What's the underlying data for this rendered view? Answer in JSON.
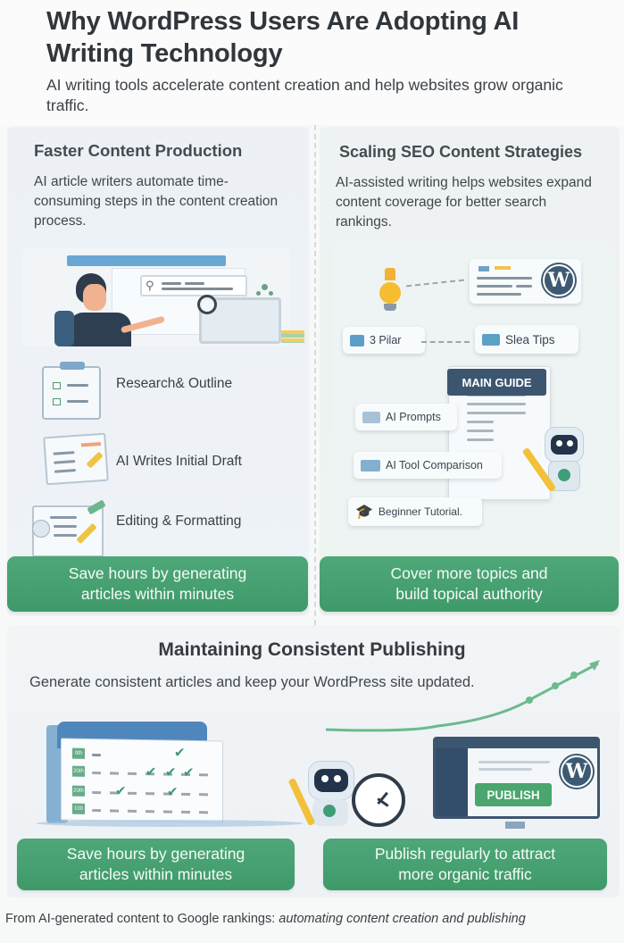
{
  "header": {
    "title": "Why WordPress Users Are Adopting AI Writing Technology",
    "subtitle": "AI writing tools accelerate content creation and help websites grow organic traffic."
  },
  "left_panel": {
    "title": "Faster Content Production",
    "description": "AI article writers automate time-consuming steps in the content creation process.",
    "illustration": "person-writing-on-laptop-with-search-icon",
    "steps": [
      {
        "icon": "clipboard-checklist-icon",
        "label": "Research& Outline"
      },
      {
        "icon": "document-pencil-icon",
        "label": "AI Writes Initial Draft"
      },
      {
        "icon": "document-editing-icon",
        "label": "Editing & Formatting"
      }
    ],
    "cta": {
      "line1": "Save hours by generating",
      "line2": "articles within minutes"
    }
  },
  "right_panel": {
    "title": "Scaling SEO Content Strategies",
    "description": "AI-assisted writing helps websites expand content coverage for better search rankings.",
    "nodes": [
      {
        "icon": "lightbulb-icon",
        "label": ""
      },
      {
        "icon": "wordpress-icon",
        "label": "W"
      },
      {
        "icon": "pillar-icon",
        "label": "3 Pilar"
      },
      {
        "icon": "tips-icon",
        "label": "Slea Tips"
      },
      {
        "icon": "guide-icon",
        "label": "MAIN GUIDE"
      },
      {
        "icon": "prompts-icon",
        "label": "AI Prompts"
      },
      {
        "icon": "comparison-icon",
        "label": "AI Tool Comparison"
      },
      {
        "icon": "graduation-cap-icon",
        "label": "Beginner Tutorial."
      }
    ],
    "cta": {
      "line1": "Cover more topics and",
      "line2": "build topical authority"
    }
  },
  "bottom_section": {
    "title": "Maintaining Consistent Publishing",
    "description": "Generate consistent articles and keep your WordPress site updated.",
    "calendar_rows": [
      "0th",
      "20th",
      "20th",
      "100"
    ],
    "publish_button": "PUBLISH",
    "wp_logo": "W",
    "cta_left": {
      "line1": "Save hours by generating",
      "line2": "articles within minutes"
    },
    "cta_right": {
      "line1": "Publish regularly to attract",
      "line2": "more organic  traffic"
    }
  },
  "footer": {
    "text": "From AI-generated content to Google rankings: ",
    "italic": "automating content creation and publishing"
  },
  "colors": {
    "green": "#45a070",
    "title_text": "#30363c",
    "wp_blue": "#3e5a73",
    "main_guide_bg": "#3c5670"
  }
}
